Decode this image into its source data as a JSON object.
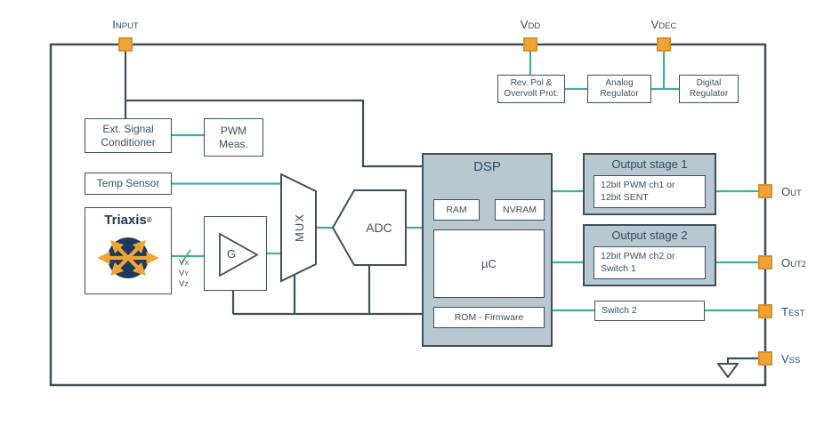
{
  "pins": {
    "input": {
      "big": "I",
      "small": "NPUT"
    },
    "vdd": {
      "big": "V",
      "small": "DD"
    },
    "vdec": {
      "big": "V",
      "small": "DEC"
    },
    "out": {
      "big": "O",
      "small": "UT"
    },
    "out2": {
      "big": "O",
      "small": "UT2"
    },
    "test": {
      "big": "T",
      "small": "EST"
    },
    "vss": {
      "big": "V",
      "small": "SS"
    }
  },
  "signals": {
    "vx": {
      "big": "V",
      "small": "X"
    },
    "vy": {
      "big": "V",
      "small": "Y"
    },
    "vz": {
      "big": "V",
      "small": "Z"
    }
  },
  "blocks": {
    "rev_pol": {
      "line1": "Rev. Pol &",
      "line2": "Overvolt Prot."
    },
    "analog_reg": {
      "line1": "Analog",
      "line2": "Regulator"
    },
    "digital_reg": {
      "line1": "Digital",
      "line2": "Regulator"
    },
    "ext_signal_conditioner": {
      "line1": "Ext. Signal",
      "line2": "Conditioner"
    },
    "pwm_meas": {
      "line1": "PWM",
      "line2": "Meas."
    },
    "temp_sensor": {
      "label": "Temp Sensor"
    },
    "triaxis": {
      "label": "Triaxis",
      "reg": "®"
    },
    "gain": {
      "label": "G"
    },
    "mux": {
      "label": "MUX"
    },
    "adc": {
      "label": "ADC"
    },
    "dsp": {
      "title": "DSP",
      "ram": "RAM",
      "nvram": "NVRAM",
      "uc": "µC",
      "rom": "ROM - Firmware"
    },
    "output_stage1": {
      "title": "Output stage 1",
      "line1": "12bit PWM ch1 or",
      "line2": "12bit SENT"
    },
    "output_stage2": {
      "title": "Output stage 2",
      "line1": "12bit PWM ch2 or",
      "line2": "Switch 1"
    },
    "switch2": {
      "label": "Switch 2"
    }
  },
  "colors": {
    "teal": "#45AD99",
    "dark": "#40505A",
    "pad_orange": "#F0A433",
    "panel_fill": "#B7C8D1",
    "navy": "#1C3A5E"
  }
}
